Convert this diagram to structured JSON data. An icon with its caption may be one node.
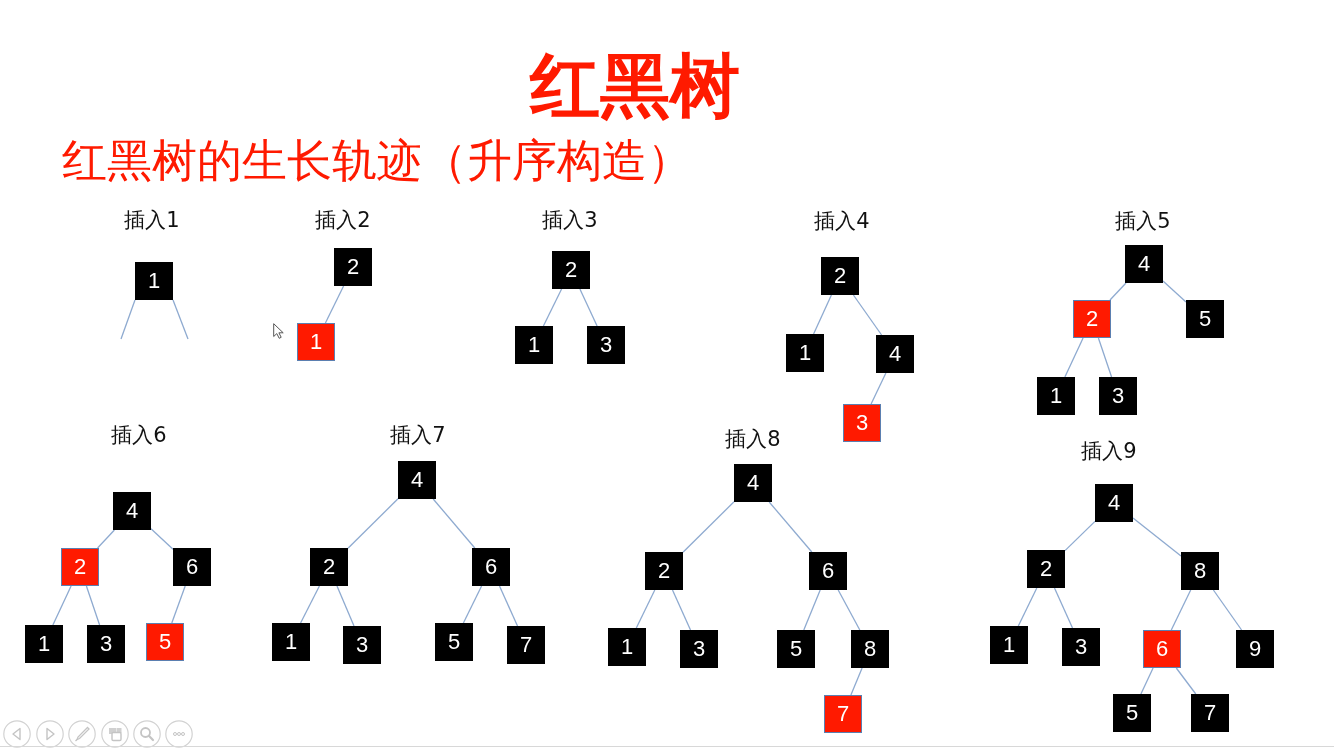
{
  "diagram": {
    "title": "红黑树",
    "nodes": [
      {
        "text": [
          "1"
        ]
      },
      {
        "text": [
          "2"
        ]
      },
      {
        "text": [
          "1"
        ]
      },
      {
        "text": [
          "2"
        ]
      },
      {
        "text": [
          "1"
        ]
      },
      {
        "text": [
          "3"
        ]
      },
      {
        "text": [
          "2"
        ]
      },
      {
        "text": [
          "1"
        ]
      },
      {
        "text": [
          "4"
        ]
      },
      {
        "text": [
          "3"
        ]
      },
      {
        "text": [
          "4"
        ]
      },
      {
        "text": [
          "2"
        ]
      },
      {
        "text": [
          "5"
        ]
      },
      {
        "text": [
          "1"
        ]
      },
      {
        "text": [
          "3"
        ]
      },
      {
        "text": [
          "4"
        ]
      },
      {
        "text": [
          "2"
        ]
      },
      {
        "text": [
          "6"
        ]
      },
      {
        "text": [
          "1"
        ]
      },
      {
        "text": [
          "3"
        ]
      },
      {
        "text": [
          "5"
        ]
      },
      {
        "text": [
          "4"
        ]
      },
      {
        "text": [
          "2"
        ]
      },
      {
        "text": [
          "6"
        ]
      },
      {
        "text": [
          "1"
        ]
      },
      {
        "text": [
          "3"
        ]
      },
      {
        "text": [
          "5"
        ]
      },
      {
        "text": [
          "7"
        ]
      },
      {
        "text": [
          "4"
        ]
      },
      {
        "text": [
          "2"
        ]
      },
      {
        "text": [
          "6"
        ]
      },
      {
        "text": [
          "1"
        ]
      },
      {
        "text": [
          "3"
        ]
      },
      {
        "text": [
          "5"
        ]
      },
      {
        "text": [
          "8"
        ]
      },
      {
        "text": [
          "7"
        ]
      },
      {
        "text": [
          "4"
        ]
      },
      {
        "text": [
          "2"
        ]
      },
      {
        "text": [
          "8"
        ]
      },
      {
        "text": [
          "1"
        ]
      },
      {
        "text": [
          "3"
        ]
      },
      {
        "text": [
          "6"
        ]
      },
      {
        "text": [
          "9"
        ]
      },
      {
        "text": [
          "5"
        ]
      },
      {
        "text": [
          "7"
        ]
      }
    ],
    "edges": [
      {
        "from": 0,
        "to": null,
        "arrow": "none"
      },
      {
        "from": 0,
        "to": null,
        "arrow": "none"
      },
      {
        "from": 1,
        "to": 2,
        "arrow": "none"
      },
      {
        "from": 3,
        "to": 4,
        "arrow": "none"
      },
      {
        "from": 3,
        "to": 5,
        "arrow": "none"
      },
      {
        "from": 6,
        "to": 7,
        "arrow": "none"
      },
      {
        "from": 6,
        "to": 8,
        "arrow": "none"
      },
      {
        "from": 8,
        "to": 9,
        "arrow": "none"
      },
      {
        "from": 10,
        "to": 11,
        "arrow": "none"
      },
      {
        "from": 10,
        "to": 12,
        "arrow": "none"
      },
      {
        "from": 11,
        "to": 13,
        "arrow": "none"
      },
      {
        "from": 11,
        "to": 14,
        "arrow": "none"
      },
      {
        "from": 15,
        "to": 16,
        "arrow": "none"
      },
      {
        "from": 15,
        "to": 17,
        "arrow": "none"
      },
      {
        "from": 16,
        "to": 18,
        "arrow": "none"
      },
      {
        "from": 16,
        "to": 19,
        "arrow": "none"
      },
      {
        "from": 17,
        "to": 20,
        "arrow": "none"
      },
      {
        "from": 21,
        "to": 22,
        "arrow": "none"
      },
      {
        "from": 21,
        "to": 23,
        "arrow": "none"
      },
      {
        "from": 22,
        "to": 24,
        "arrow": "none"
      },
      {
        "from": 22,
        "to": 25,
        "arrow": "none"
      },
      {
        "from": 23,
        "to": 26,
        "arrow": "none"
      },
      {
        "from": 23,
        "to": 27,
        "arrow": "none"
      },
      {
        "from": 28,
        "to": 29,
        "arrow": "none"
      },
      {
        "from": 28,
        "to": 30,
        "arrow": "none"
      },
      {
        "from": 29,
        "to": 31,
        "arrow": "none"
      },
      {
        "from": 29,
        "to": 32,
        "arrow": "none"
      },
      {
        "from": 30,
        "to": 33,
        "arrow": "none"
      },
      {
        "from": 30,
        "to": 34,
        "arrow": "none"
      },
      {
        "from": 34,
        "to": 35,
        "arrow": "none"
      },
      {
        "from": 36,
        "to": 37,
        "arrow": "none"
      },
      {
        "from": 36,
        "to": 38,
        "arrow": "none"
      },
      {
        "from": 37,
        "to": 39,
        "arrow": "none"
      },
      {
        "from": 37,
        "to": 40,
        "arrow": "none"
      },
      {
        "from": 38,
        "to": 41,
        "arrow": "none"
      },
      {
        "from": 38,
        "to": 42,
        "arrow": "none"
      },
      {
        "from": 41,
        "to": 43,
        "arrow": "none"
      },
      {
        "from": 41,
        "to": 44,
        "arrow": "none"
      }
    ],
    "labels": [
      "红黑树的生长轨迹（升序构造）",
      "插入1",
      "插入2",
      "插入3",
      "插入4",
      "插入5",
      "插入6",
      "插入7",
      "插入8",
      "插入9"
    ]
  }
}
